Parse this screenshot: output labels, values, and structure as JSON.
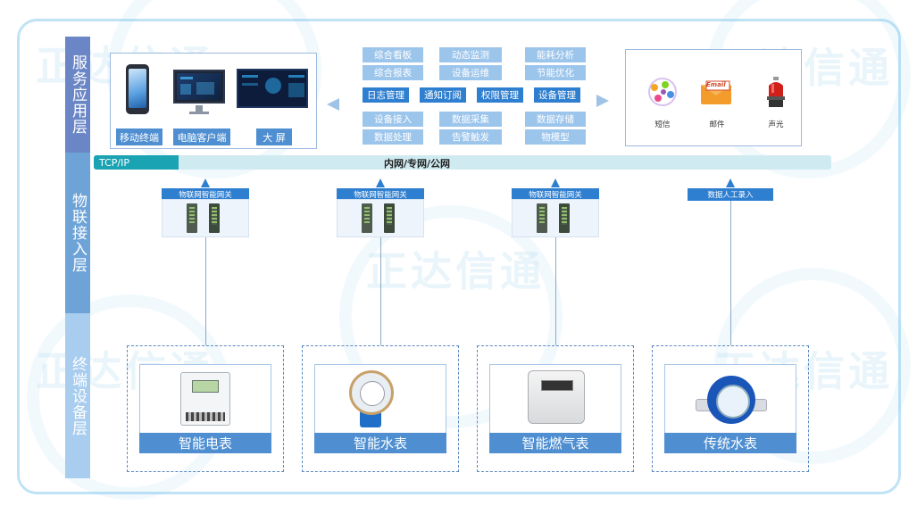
{
  "layers": {
    "service": "服务应用层",
    "iot": "物联接入层",
    "terminal": "终端设备层"
  },
  "clients": {
    "mobile": "移动终端",
    "pc": "电脑客户端",
    "bigscreen": "大 屏"
  },
  "functions": [
    {
      "label": "综合看板",
      "style": "light"
    },
    {
      "label": "动态监测",
      "style": "light"
    },
    {
      "label": "能耗分析",
      "style": "light"
    },
    {
      "label": "综合报表",
      "style": "light"
    },
    {
      "label": "设备运维",
      "style": "light"
    },
    {
      "label": "节能优化",
      "style": "light"
    },
    {
      "label": "日志管理",
      "style": "dark"
    },
    {
      "label": "通知订阅",
      "style": "dark"
    },
    {
      "label": "权限管理",
      "style": "dark"
    },
    {
      "label": "设备管理",
      "style": "dark"
    },
    {
      "label": "设备接入",
      "style": "light"
    },
    {
      "label": "数据采集",
      "style": "light"
    },
    {
      "label": "数据存储",
      "style": "light"
    },
    {
      "label": "数据处理",
      "style": "light"
    },
    {
      "label": "告警触发",
      "style": "light"
    },
    {
      "label": "物模型",
      "style": "light"
    }
  ],
  "alerts": {
    "sms": "短信",
    "email": "邮件",
    "email_logo": "Email",
    "sound_light": "声光"
  },
  "network": {
    "protocol": "TCP/IP",
    "label": "内网/专网/公网"
  },
  "gateways": [
    {
      "label": "物联网智能网关"
    },
    {
      "label": "物联网智能网关"
    },
    {
      "label": "物联网智能网关"
    },
    {
      "label": "数据人工录入"
    }
  ],
  "terminals": [
    {
      "label": "智能电表"
    },
    {
      "label": "智能水表"
    },
    {
      "label": "智能燃气表"
    },
    {
      "label": "传统水表"
    }
  ],
  "watermark": "正达信通",
  "colors": {
    "primary_blue": "#2f7fd0",
    "light_blue": "#9cc5ec",
    "teal": "#1aa3b3",
    "frame": "#bfe2f5"
  }
}
